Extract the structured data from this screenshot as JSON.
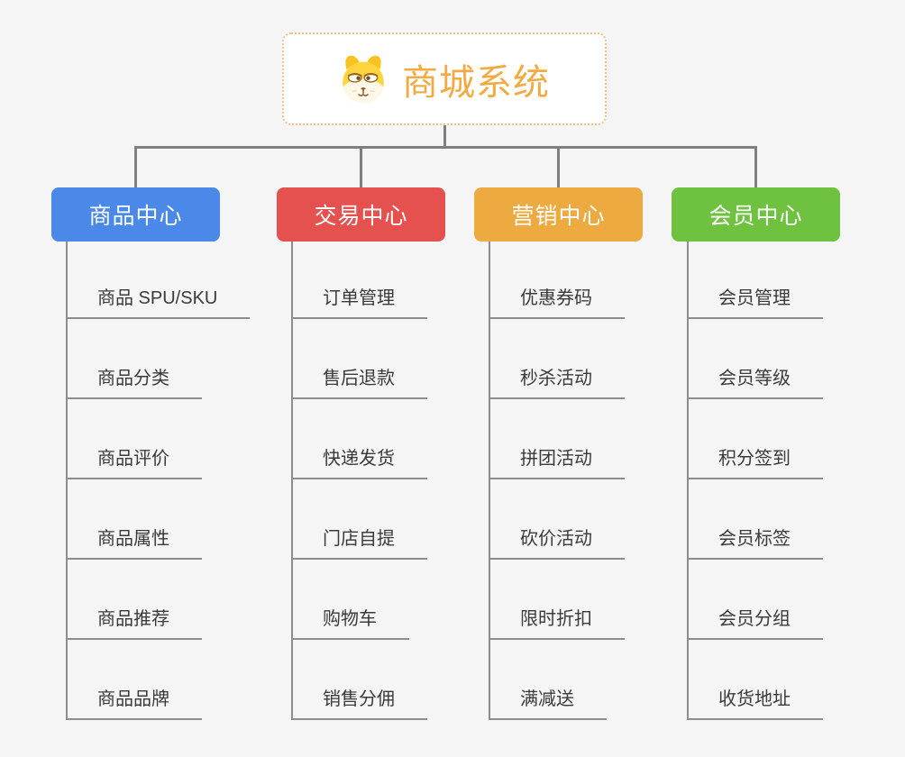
{
  "background_color": "#f5f5f5",
  "connector_color": "#7f7f7f",
  "line_color": "#8d8d8d",
  "root": {
    "title": "商城系统",
    "icon": "dog-face-icon",
    "text_color": "#f2ab44",
    "border_color": "#f3c083"
  },
  "branches": [
    {
      "label": "商品中心",
      "color": "#4a89e8",
      "items": [
        "商品 SPU/SKU",
        "商品分类",
        "商品评价",
        "商品属性",
        "商品推荐",
        "商品品牌"
      ]
    },
    {
      "label": "交易中心",
      "color": "#e4514e",
      "items": [
        "订单管理",
        "售后退款",
        "快递发货",
        "门店自提",
        "购物车",
        "销售分佣"
      ]
    },
    {
      "label": "营销中心",
      "color": "#edaa40",
      "items": [
        "优惠券码",
        "秒杀活动",
        "拼团活动",
        "砍价活动",
        "限时折扣",
        "满减送"
      ]
    },
    {
      "label": "会员中心",
      "color": "#6fc140",
      "items": [
        "会员管理",
        "会员等级",
        "积分签到",
        "会员标签",
        "会员分组",
        "收货地址"
      ]
    }
  ]
}
